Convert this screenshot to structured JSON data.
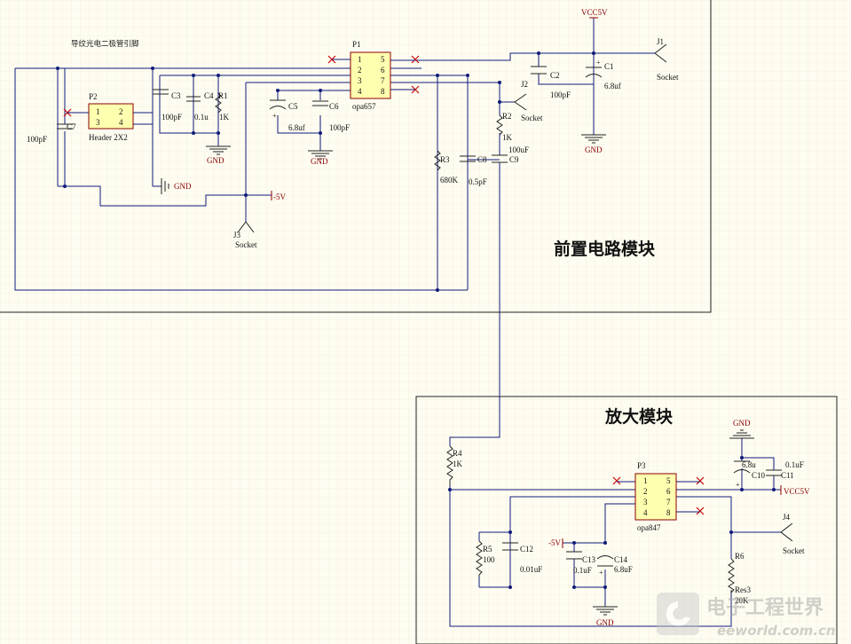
{
  "sections": {
    "front": "前置电路模块",
    "amp": "放大模块",
    "note": "导纹光电二极管引脚"
  },
  "refs": {
    "P1": "P1",
    "P1_val": "opa657",
    "P2": "P2",
    "P2_val": "Header 2X2",
    "P3": "P3",
    "P3_val": "opa847",
    "J1": "J1",
    "J2": "J2",
    "J3": "J3",
    "J4": "J4",
    "socket": "Socket",
    "C1": "C1",
    "C1_val": "6.8uf",
    "C2": "C2",
    "C2_val": "100pF",
    "C3": "C3",
    "C3_val": "100pF",
    "C4": "C4",
    "C4_val": "0.1u",
    "C5": "C5",
    "C5_val": "6.8uf",
    "C6": "C6",
    "C6_val": "100pF",
    "C7": "C7",
    "C7_val": "100pF",
    "C8": "C8",
    "C8_val": "0.5pF",
    "C9": "C9",
    "C9_val": "100uF",
    "C10": "C10",
    "C10_val": "6.8u",
    "C11": "C11",
    "C11_val": "0.1uF",
    "C12": "C12",
    "C12_val": "0.01uF",
    "C13": "C13",
    "C13_val": "0.1uF",
    "C14": "C14",
    "C14_val": "6.8uF",
    "R1": "R1",
    "R1_val": "1K",
    "R2": "R2",
    "R2_val": "1K",
    "R3": "R3",
    "R3_val": "680K",
    "R4": "R4",
    "R4_val": "1K",
    "R5": "R5",
    "R5_val": "100",
    "R6": "R6",
    "R6_type": "Res3",
    "R6_val": "20K"
  },
  "pins": {
    "p1": "1",
    "p2": "2",
    "p3": "3",
    "p4": "4",
    "p5": "5",
    "p6": "6",
    "p7": "7",
    "p8": "8"
  },
  "nets": {
    "vcc": "VCC5V",
    "gnd": "GND",
    "neg5": "-5V"
  },
  "watermark": {
    "name": "电子工程世界",
    "url": "eeworld.com.cn"
  },
  "colors": {
    "background": "#fffdf1",
    "wire": "#0f1a7a",
    "component_fill": "#ffffb0",
    "component_border": "#8b0000",
    "no_connect": "#cc0000",
    "power_text": "#8b0000"
  }
}
